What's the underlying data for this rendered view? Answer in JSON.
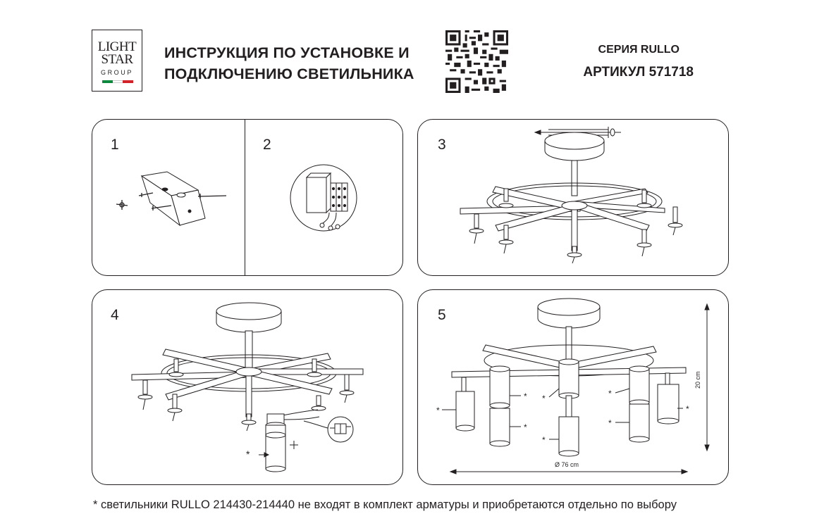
{
  "logo": {
    "line1": "LIGHT",
    "line2": "STAR",
    "line3": "GROUP"
  },
  "header": {
    "title_line1": "ИНСТРУКЦИЯ ПО УСТАНОВКЕ И",
    "title_line2": "ПОДКЛЮЧЕНИЮ СВЕТИЛЬНИКА",
    "series": "СЕРИЯ RULLO",
    "article": "АРТИКУЛ 571718"
  },
  "colors": {
    "ink": "#231f20",
    "flag_green": "#0b8a3e",
    "flag_white": "#ffffff",
    "flag_red": "#d2232a"
  },
  "steps": [
    {
      "num": "1"
    },
    {
      "num": "2"
    },
    {
      "num": "3"
    },
    {
      "num": "4"
    },
    {
      "num": "5"
    }
  ],
  "marks": {
    "asterisk": "*"
  },
  "dimensions": {
    "height": "20 cm",
    "diameter": "Ø 76 cm"
  },
  "footnote": "* светильники RULLO 214430-214440 не входят в комплект арматуры и приобретаются отдельно по выбору"
}
